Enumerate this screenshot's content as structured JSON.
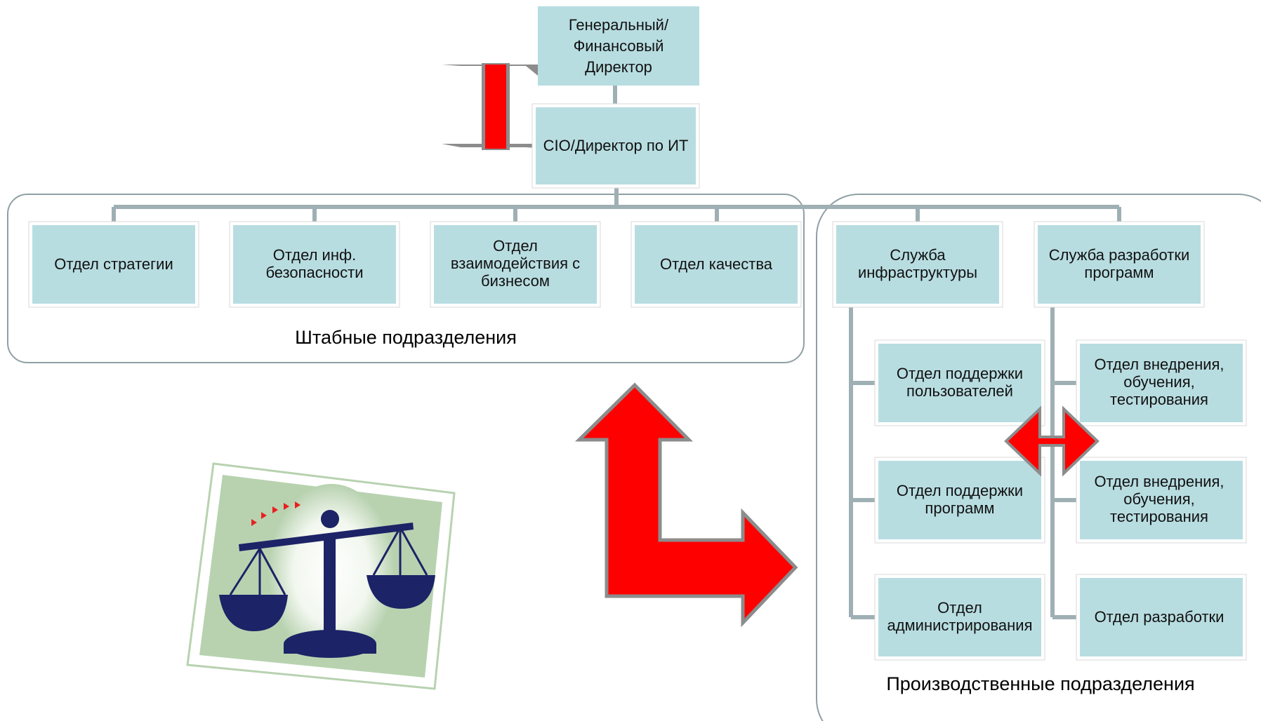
{
  "top": {
    "ceo_lines": [
      "Генеральный/",
      "Финансовый",
      "Директор"
    ],
    "cio": "CIO/Директор по ИТ"
  },
  "staff": {
    "caption": "Штабные подразделения",
    "depts": [
      [
        "Отдел стратегии"
      ],
      [
        "Отдел инф.",
        "безопасности"
      ],
      [
        "Отдел",
        "взаимодействия с",
        "бизнесом"
      ],
      [
        "Отдел качества"
      ]
    ]
  },
  "production": {
    "caption": "Производственные подразделения",
    "infra": [
      "Служба",
      "инфраструктуры"
    ],
    "dev_service": [
      "Служба разработки",
      "программ"
    ],
    "infra_depts": [
      [
        "Отдел поддержки",
        "пользователей"
      ],
      [
        "Отдел поддержки",
        "программ"
      ],
      [
        "Отдел",
        "администрирования"
      ]
    ],
    "dev_depts": [
      [
        "Отдел внедрения,",
        "обучения,",
        "тестирования"
      ],
      [
        "Отдел внедрения,",
        "обучения,",
        "тестирования"
      ],
      [
        "Отдел разработки"
      ]
    ]
  },
  "colors": {
    "box_fill": "#b8dde1",
    "connector": "#9fb0b4",
    "group_border": "#8fa0a4",
    "arrow_red": "#ff0000",
    "arrow_outline": "#8c8c8c",
    "scale_navy": "#1c2366",
    "scale_bg": "#b8d2b0"
  },
  "icons": [
    "scales-of-justice-icon"
  ]
}
